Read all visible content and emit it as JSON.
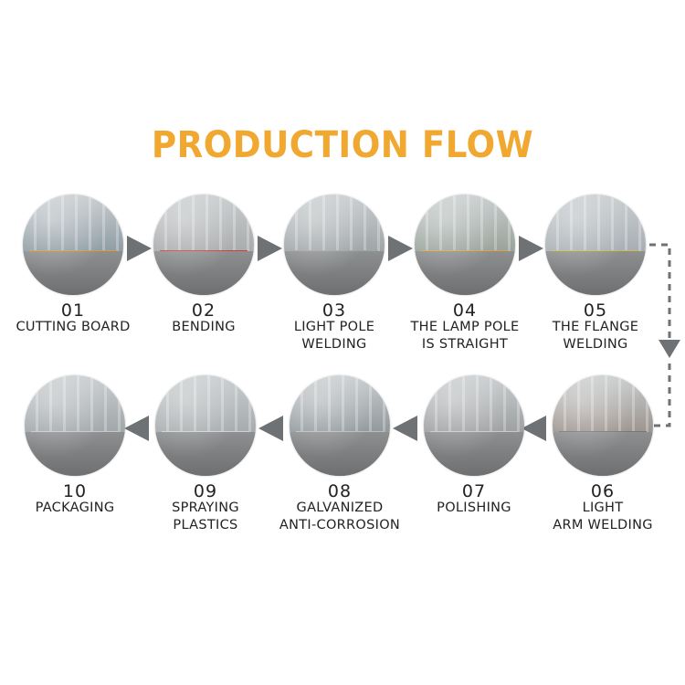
{
  "title": "PRODUCTION FLOW",
  "colors": {
    "title": "#f0a830",
    "arrow": "#6f7274",
    "text": "#222222"
  },
  "steps": [
    {
      "number": "01",
      "label_lines": [
        "CUTTING BOARD"
      ],
      "accent": "#e59a2a",
      "tone": "#8b9aa3"
    },
    {
      "number": "02",
      "label_lines": [
        "BENDING"
      ],
      "accent": "#d04030",
      "tone": "#a7a9aa"
    },
    {
      "number": "03",
      "label_lines": [
        "LIGHT POLE",
        "WELDING"
      ],
      "accent": "#9fa4a6",
      "tone": "#9da3a5"
    },
    {
      "number": "04",
      "label_lines": [
        "THE LAMP POLE",
        "IS STRAIGHT"
      ],
      "accent": "#e2a236",
      "tone": "#95a097"
    },
    {
      "number": "05",
      "label_lines": [
        "THE FLANGE",
        "WELDING"
      ],
      "accent": "#d7b843",
      "tone": "#a5adb2"
    },
    {
      "number": "06",
      "label_lines": [
        "LIGHT",
        "ARM WELDING"
      ],
      "accent": "#7d7470",
      "tone": "#9a908a"
    },
    {
      "number": "07",
      "label_lines": [
        "POLISHING"
      ],
      "accent": "#c7cacb",
      "tone": "#9b9d9e"
    },
    {
      "number": "08",
      "label_lines": [
        "GALVANIZED",
        "ANTI-CORROSION"
      ],
      "accent": "#b8bcbe",
      "tone": "#8e9699"
    },
    {
      "number": "09",
      "label_lines": [
        "SPRAYING",
        "PLASTICS"
      ],
      "accent": "#cfd2d4",
      "tone": "#a4a9ab"
    },
    {
      "number": "10",
      "label_lines": [
        "PACKAGING"
      ],
      "accent": "#c5c9cb",
      "tone": "#9ea4a7"
    }
  ]
}
